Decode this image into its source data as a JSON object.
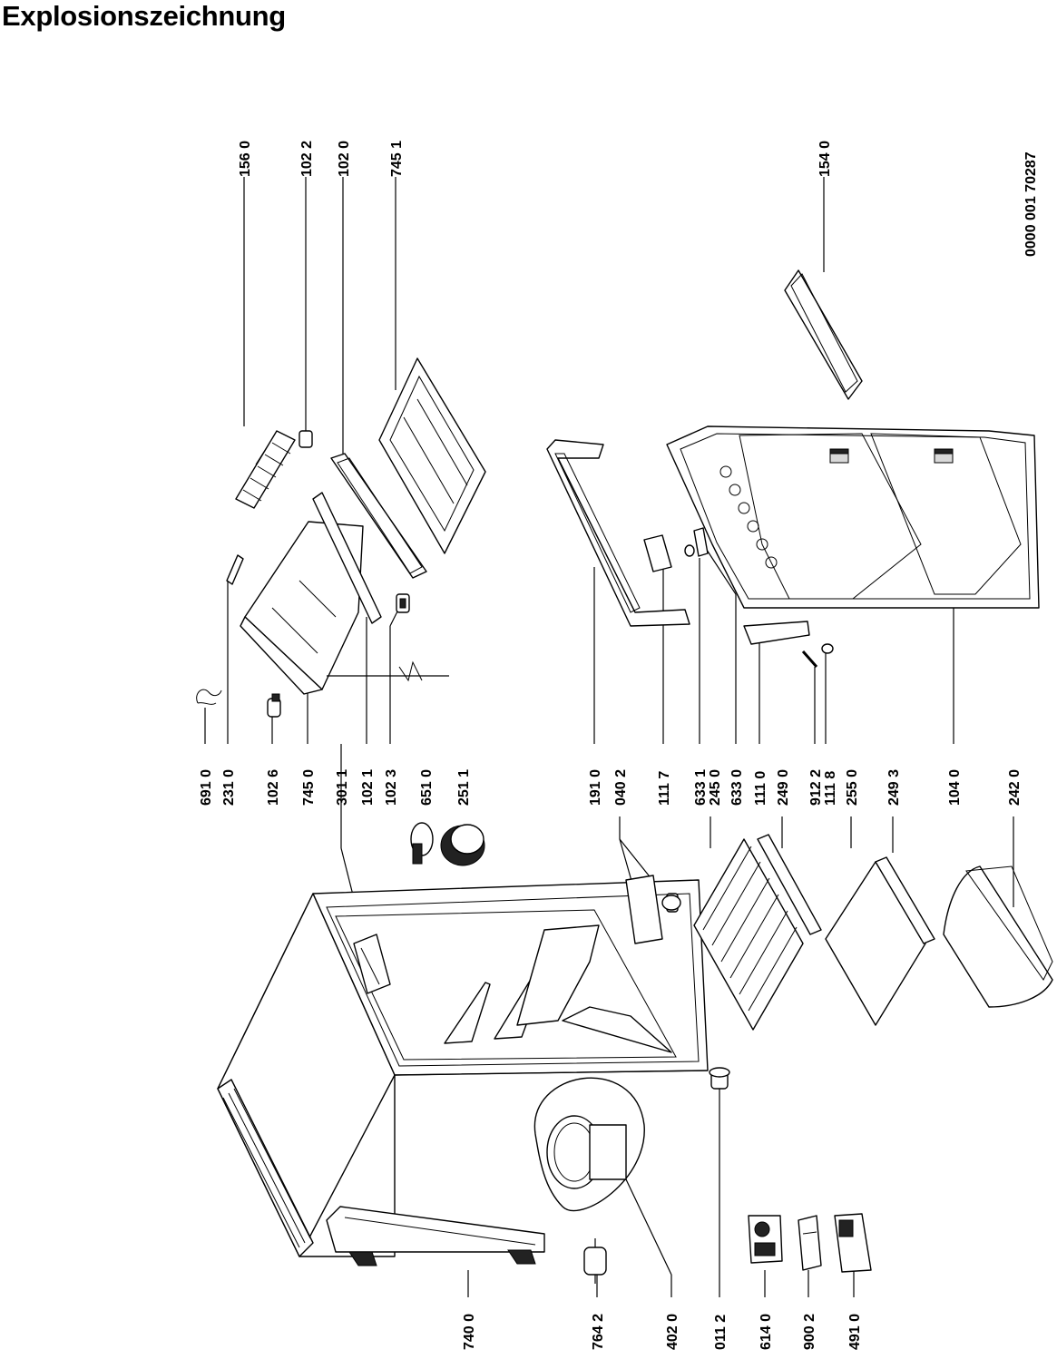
{
  "title": "Explosionszeichnung",
  "document_number": "0000 001 70287",
  "part_labels": [
    {
      "code": "156 0"
    },
    {
      "code": "102 2"
    },
    {
      "code": "102 0"
    },
    {
      "code": "745 1"
    },
    {
      "code": "154 0"
    },
    {
      "code": "691 0"
    },
    {
      "code": "231 0"
    },
    {
      "code": "102 6"
    },
    {
      "code": "745 0"
    },
    {
      "code": "301 1"
    },
    {
      "code": "102 1"
    },
    {
      "code": "102 3"
    },
    {
      "code": "651 0"
    },
    {
      "code": "251 1"
    },
    {
      "code": "191 0"
    },
    {
      "code": "040 2"
    },
    {
      "code": "111 7"
    },
    {
      "code": "633 1"
    },
    {
      "code": "245 0"
    },
    {
      "code": "633 0"
    },
    {
      "code": "111 0"
    },
    {
      "code": "249 0"
    },
    {
      "code": "912 2"
    },
    {
      "code": "111 8"
    },
    {
      "code": "255 0"
    },
    {
      "code": "249 3"
    },
    {
      "code": "104 0"
    },
    {
      "code": "242 0"
    },
    {
      "code": "740 0"
    },
    {
      "code": "764 2"
    },
    {
      "code": "402 0"
    },
    {
      "code": "011 2"
    },
    {
      "code": "614 0"
    },
    {
      "code": "900 2"
    },
    {
      "code": "491 0"
    }
  ]
}
